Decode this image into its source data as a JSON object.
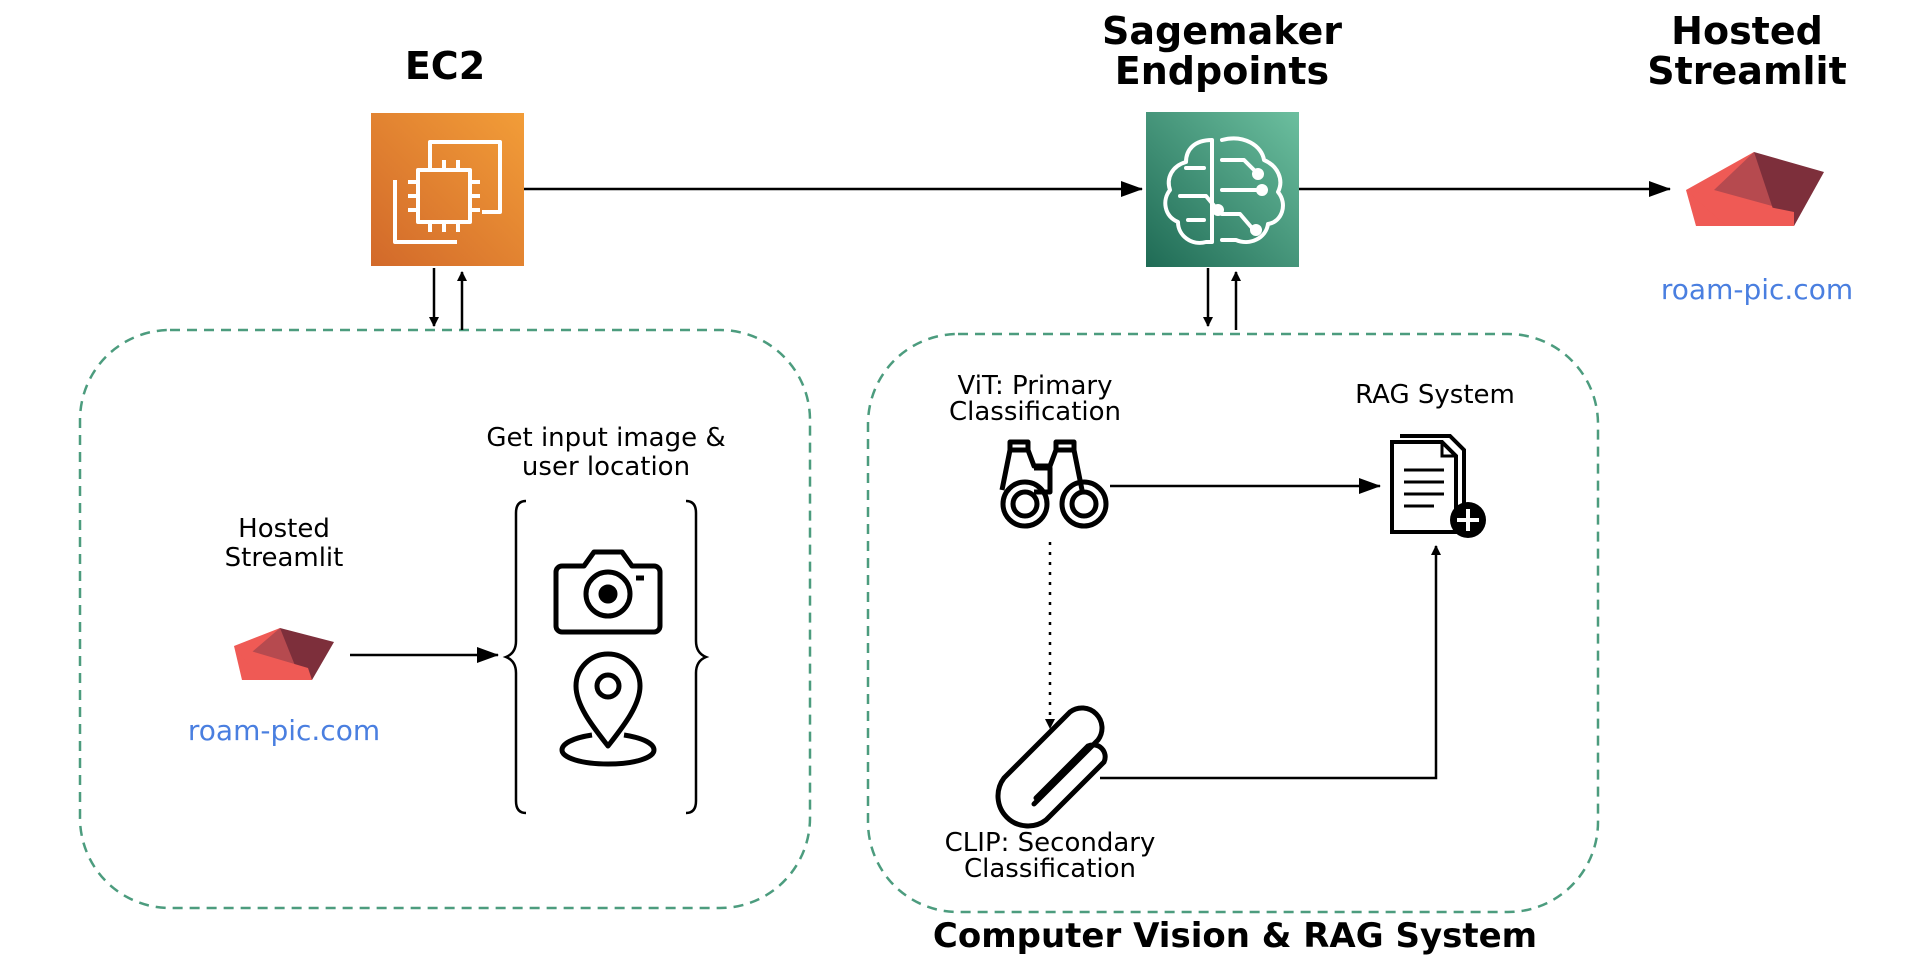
{
  "ec2": {
    "title": "EC2"
  },
  "sagemaker": {
    "title": "Sagemaker\nEndpoints"
  },
  "hosted_right": {
    "title": "Hosted\nStreamlit",
    "url": "roam-pic.com"
  },
  "left_group": {
    "streamlit_label": "Hosted\nStreamlit",
    "url": "roam-pic.com",
    "input_label": "Get input image &\nuser location"
  },
  "right_group": {
    "vit_label": "ViT: Primary\nClassification",
    "clip_label": "CLIP: Secondary\nClassification",
    "rag_label": "RAG System",
    "caption": "Computer Vision & RAG System"
  },
  "colors": {
    "ec2_light": "#f29d38",
    "ec2_dark": "#d2692a",
    "sagemaker_light": "#6cbf9f",
    "sagemaker_dark": "#1f6b55",
    "group_border": "#4c9c7e",
    "link": "#4a7fe0",
    "streamlit_red": "#ef5a55",
    "streamlit_mid": "#b64a4f",
    "streamlit_dark": "#7d2f3b"
  },
  "icons": [
    "cpu-chip-icon",
    "brain-circuit-icon",
    "streamlit-logo-icon",
    "camera-icon",
    "location-pin-icon",
    "binoculars-icon",
    "paperclip-icon",
    "document-add-icon"
  ]
}
